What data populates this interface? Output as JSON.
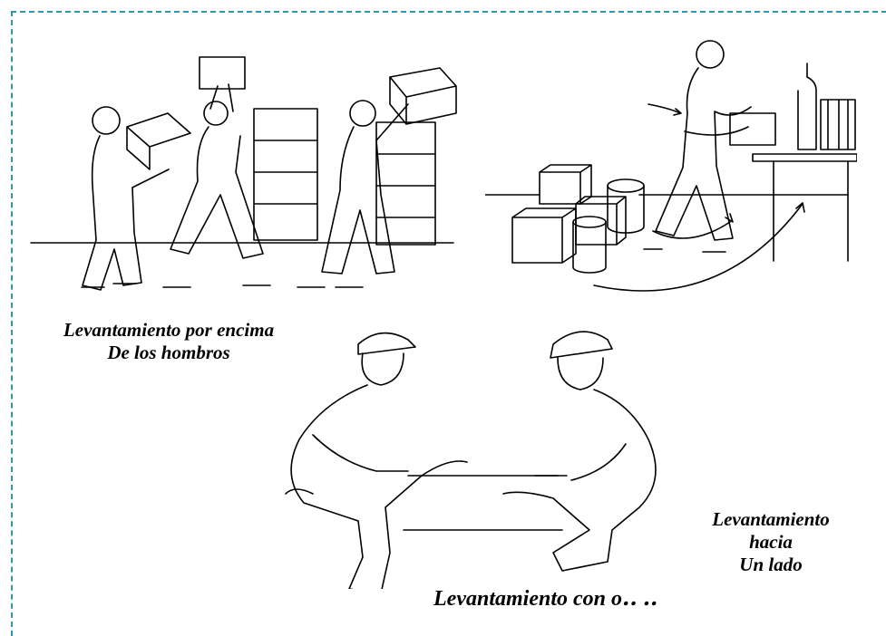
{
  "captions": {
    "shoulders": {
      "line1": "Levantamiento por encima",
      "line2": "De los hombros"
    },
    "side": {
      "line1": "Levantamiento",
      "line2": "hacia",
      "line3": "Un lado"
    },
    "others": "Levantamiento con o․․ ․․"
  },
  "colors": {
    "frame": "#2e95b3",
    "ink": "#000000"
  }
}
